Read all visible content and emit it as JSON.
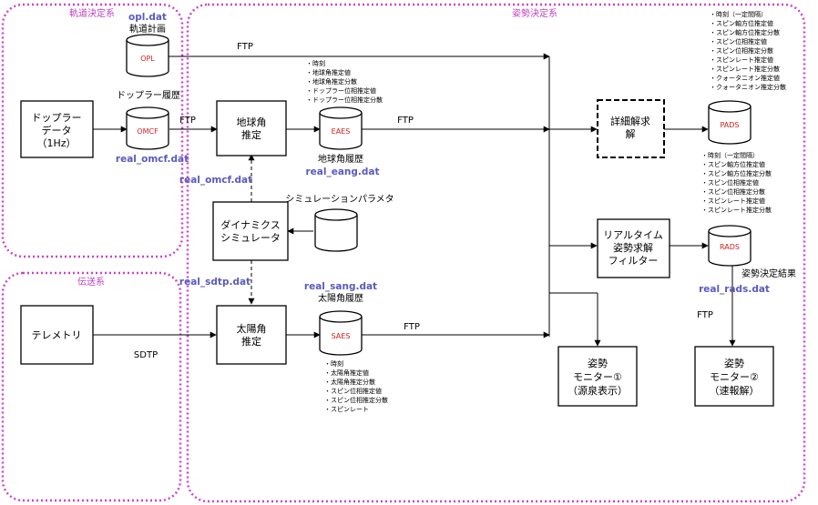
{
  "regions": {
    "orbit": "軌道決定系",
    "transmission": "伝送系",
    "attitude": "姿勢決定系"
  },
  "boxes": {
    "doppler": [
      "ドップラー",
      "データ",
      "（1Hz）"
    ],
    "earth_angle": [
      "地球角",
      "推定"
    ],
    "dynamics": [
      "ダイナミクス",
      "シミュレータ"
    ],
    "telemetry": [
      "テレメトリ"
    ],
    "sun_angle": [
      "太陽角",
      "推定"
    ],
    "detail": [
      "詳細解求",
      "解"
    ],
    "realtime": [
      "リアルタイム",
      "姿勢求解",
      "フィルター"
    ],
    "monitor1": [
      "姿勢",
      "モニター①",
      "（源泉表示）"
    ],
    "monitor2": [
      "姿勢",
      "モニター②",
      "（速報解）"
    ]
  },
  "databases": {
    "opl": {
      "code": "OPL",
      "file": "opl.dat",
      "caption": "軌道計画"
    },
    "omcf": {
      "code": "OMCF",
      "file": "real_omcf.dat",
      "caption": "ドップラー履歴"
    },
    "eaes": {
      "code": "EAES",
      "file": "real_eang.dat",
      "caption": "地球角履歴"
    },
    "sim": {
      "caption": "シミュレーションパラメタ"
    },
    "saes": {
      "code": "SAES",
      "file": "real_sang.dat",
      "caption": "太陽角履歴"
    },
    "pads": {
      "code": "PADS"
    },
    "rads": {
      "code": "RADS",
      "file": "real_rads.dat",
      "caption": "姿勢決定結果"
    }
  },
  "labels": {
    "ftp": "FTP",
    "sdtp": "SDTP",
    "omcf_file_2": "real_omcf.dat",
    "sdtp_file": "real_sdtp.dat"
  },
  "notes": {
    "eaes": [
      "・時刻",
      "・地球角推定値",
      "・地球角推定分散",
      "・ドップラー位相推定値",
      "・ドップラー位相推定分散"
    ],
    "saes": [
      "・時刻",
      "・太陽角推定値",
      "・太陽角推定分散",
      "・スピン位相推定値",
      "・スピン位相推定分散",
      "・スピンレート"
    ],
    "pads": [
      "・時刻（一定間隔）",
      "・スピン軸方位推定値",
      "・スピン軸方位推定分散",
      "・スピン位相推定値",
      "・スピン位相推定分散",
      "・スピンレート推定値",
      "・スピンレート推定分散",
      "・クォータニオン推定値",
      "・クォータニオン推定分散"
    ],
    "rads": [
      "・時刻（一定間隔）",
      "・スピン軸方位推定値",
      "・スピン軸方位推定分散",
      "・スピン位相推定値",
      "・スピン位相推定分散",
      "・スピンレート推定値",
      "・スピンレート推定分散"
    ]
  }
}
